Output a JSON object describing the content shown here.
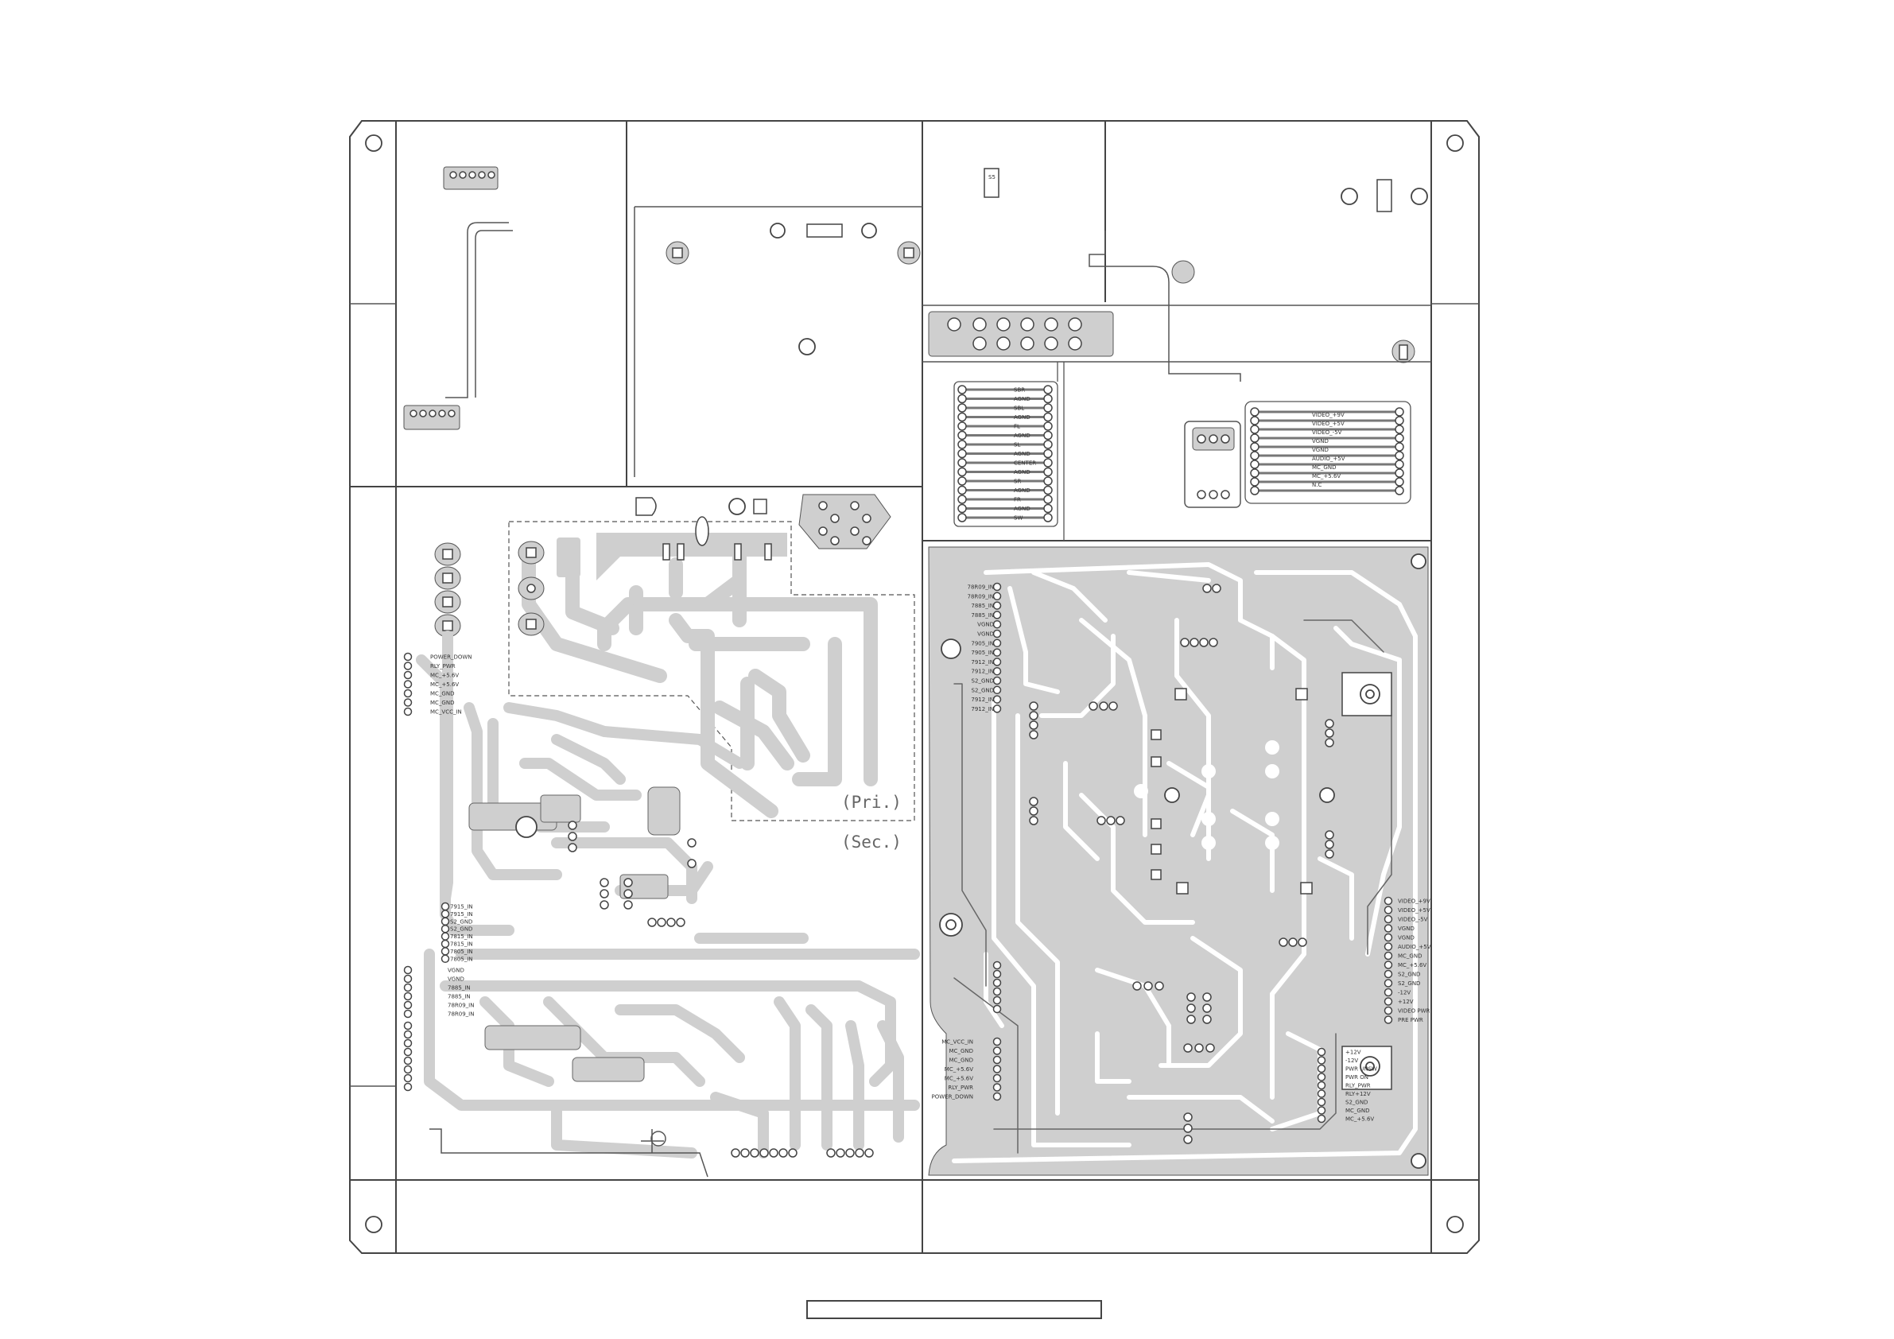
{
  "diagram": {
    "regions": {
      "primary": "(Pri.)",
      "secondary": "(Sec.)"
    },
    "connectors": {
      "left_top": [
        "POWER_DOWN",
        "RLY_PWR",
        "MC_+5.6V",
        "MC_+5.6V",
        "MC_GND",
        "MC_GND",
        "MC_VCC_IN"
      ],
      "left_mid": [
        "7915_IN",
        "7915_IN",
        "S2_GND",
        "S2_GND",
        "7815_IN",
        "7815_IN",
        "7805_IN",
        "7805_IN"
      ],
      "left_bottom": [
        "VGND",
        "VGND",
        "7885_IN",
        "7885_IN",
        "78R09_IN",
        "78R09_IN"
      ],
      "audio": [
        "SBR",
        "AGND",
        "SBL",
        "AGND",
        "FL",
        "AGND",
        "SL",
        "AGND",
        "CENTER",
        "AGND",
        "SR",
        "AGND",
        "FR",
        "AGND",
        "SW"
      ],
      "video_top": [
        "VIDEO_+9V",
        "VIDEO_+5V",
        "VIDEO_-5V",
        "VGND",
        "VGND",
        "AUDIO_+5V",
        "MC_GND",
        "MC_+5.6V",
        "N.C"
      ],
      "sec_top": [
        "78R09_IN",
        "78R09_IN",
        "7885_IN",
        "7885_IN",
        "VGND",
        "VGND",
        "7905_IN",
        "7905_IN",
        "7912_IN",
        "7912_IN",
        "S2_GND",
        "S2_GND",
        "7912_IN",
        "7912_IN"
      ],
      "sec_bottom_left": [
        "MC_VCC_IN",
        "MC_GND",
        "MC_GND",
        "MC_+5.6V",
        "MC_+5.6V",
        "RLY_PWR",
        "POWER_DOWN"
      ],
      "right_mid": [
        "VIDEO_+9V",
        "VIDEO_+5V",
        "VIDEO_-5V",
        "VGND",
        "VGND",
        "AUDIO_+5V",
        "MC_GND",
        "MC_+5.6V",
        "S2_GND",
        "S2_GND",
        "-12V",
        "+12V",
        "VIDEO PWR",
        "PRE PWR"
      ],
      "right_bottom": [
        "+12V",
        "-12V",
        "PWR UNSW",
        "PWR ON",
        "RLY_PWR",
        "RLY+12V",
        "S2_GND",
        "MC_GND",
        "MC_+5.6V"
      ]
    }
  },
  "colors": {
    "copper": "#cfcfcf",
    "outline": "#444444",
    "background": "#ffffff"
  }
}
